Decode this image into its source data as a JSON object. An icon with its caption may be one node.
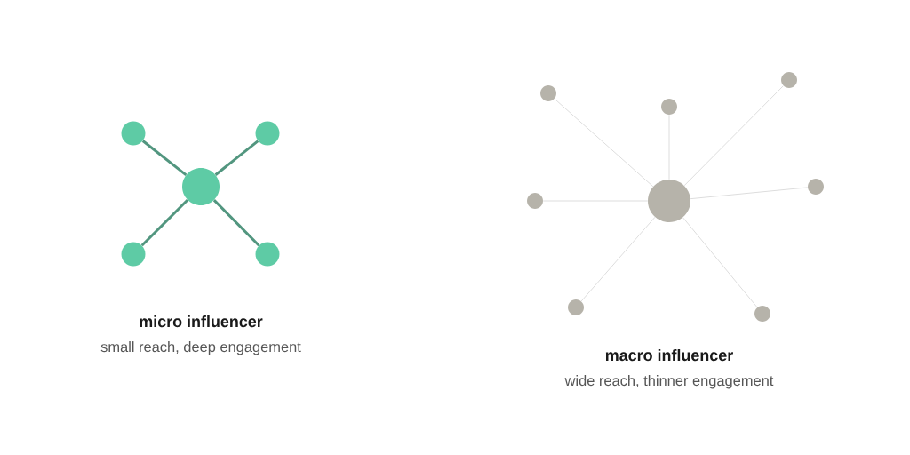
{
  "diagram": {
    "nodes": [
      {
        "text": [],
        "shape": "circle"
      },
      {
        "text": [],
        "shape": "circle"
      },
      {
        "text": [],
        "shape": "circle"
      },
      {
        "text": [],
        "shape": "circle"
      },
      {
        "text": [],
        "shape": "circle"
      },
      {
        "text": [],
        "shape": "circle"
      },
      {
        "text": [],
        "shape": "circle"
      },
      {
        "text": [],
        "shape": "circle"
      },
      {
        "text": [],
        "shape": "circle"
      },
      {
        "text": [],
        "shape": "circle"
      },
      {
        "text": [],
        "shape": "circle"
      },
      {
        "text": [],
        "shape": "circle"
      },
      {
        "text": [],
        "shape": "circle"
      }
    ],
    "edges": [
      {
        "from": 0,
        "to": 1,
        "arrow": "none",
        "style": "thick",
        "color": "#52967f"
      },
      {
        "from": 0,
        "to": 2,
        "arrow": "none",
        "style": "thick",
        "color": "#52967f"
      },
      {
        "from": 0,
        "to": 3,
        "arrow": "none",
        "style": "thick",
        "color": "#52967f"
      },
      {
        "from": 0,
        "to": 4,
        "arrow": "none",
        "style": "thick",
        "color": "#52967f"
      },
      {
        "from": 5,
        "to": 6,
        "arrow": "none"
      },
      {
        "from": 5,
        "to": 7,
        "arrow": "none"
      },
      {
        "from": 5,
        "to": 8,
        "arrow": "none"
      },
      {
        "from": 5,
        "to": 9,
        "arrow": "none"
      },
      {
        "from": 5,
        "to": 10,
        "arrow": "none"
      },
      {
        "from": 5,
        "to": 11,
        "arrow": "none"
      },
      {
        "from": 5,
        "to": 12,
        "arrow": "none"
      }
    ],
    "labels": [
      "micro influencer",
      "small reach, deep engagement",
      "macro influencer",
      "wide reach, thinner engagement"
    ]
  }
}
